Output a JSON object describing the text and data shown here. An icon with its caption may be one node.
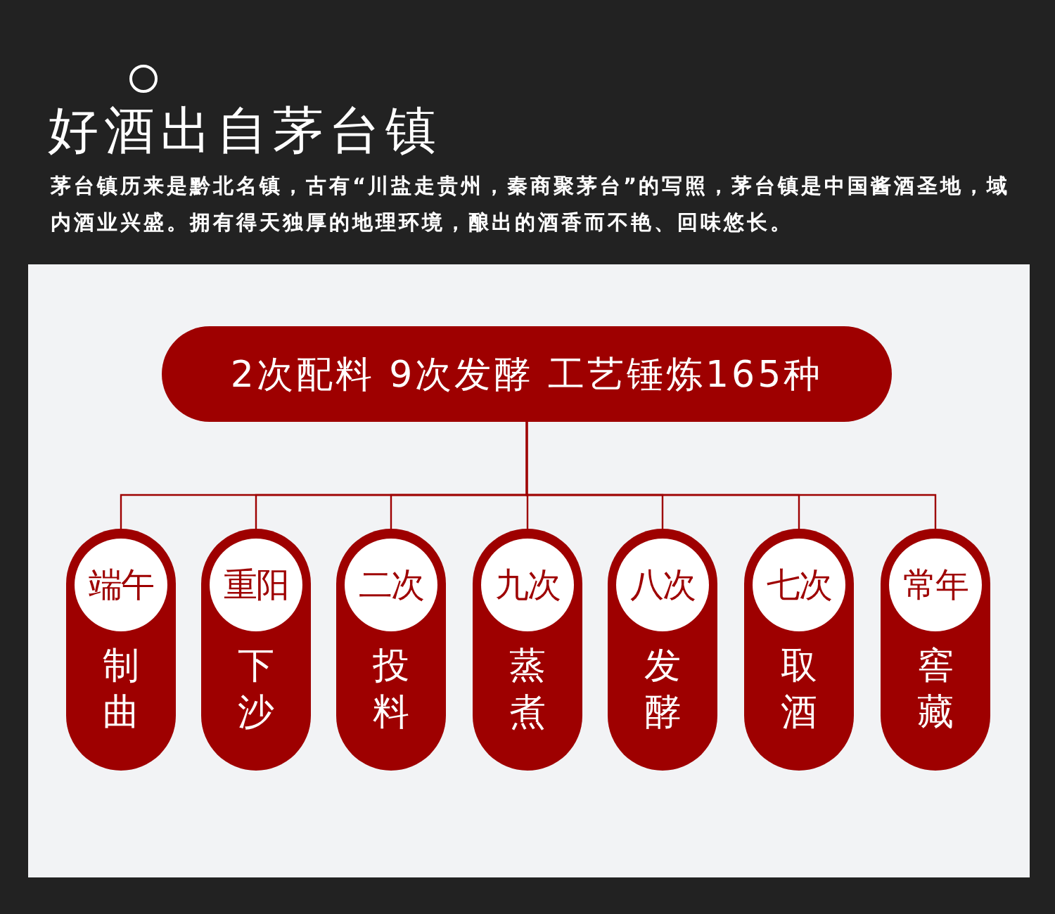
{
  "diagram": {
    "title": "好酒出自茅台镇",
    "nodes": [
      {
        "text": [
          "2次配料 9次发酵 工艺锤炼165种"
        ]
      },
      {
        "text": [
          "端午",
          "制曲"
        ]
      },
      {
        "text": [
          "重阳",
          "下沙"
        ]
      },
      {
        "text": [
          "二次",
          "投料"
        ]
      },
      {
        "text": [
          "九次",
          "蒸煮"
        ]
      },
      {
        "text": [
          "八次",
          "发酵"
        ]
      },
      {
        "text": [
          "七次",
          "取酒"
        ]
      },
      {
        "text": [
          "常年",
          "窖藏"
        ]
      }
    ],
    "edges": [
      {
        "from": 0,
        "to": 1,
        "arrow": "none"
      },
      {
        "from": 0,
        "to": 2,
        "arrow": "none"
      },
      {
        "from": 0,
        "to": 3,
        "arrow": "none"
      },
      {
        "from": 0,
        "to": 4,
        "arrow": "none"
      },
      {
        "from": 0,
        "to": 5,
        "arrow": "none"
      },
      {
        "from": 0,
        "to": 6,
        "arrow": "none"
      },
      {
        "from": 0,
        "to": 7,
        "arrow": "none"
      }
    ],
    "labels": [
      "茅台镇历来是黔北名镇，古有“川盐走贵州，秦商聚茅台”的写照，茅台镇是中国酱酒圣地，域内酒业兴盛。拥有得天独厚的地理环境，酿出的酒香而不艳、回味悠长。"
    ]
  }
}
